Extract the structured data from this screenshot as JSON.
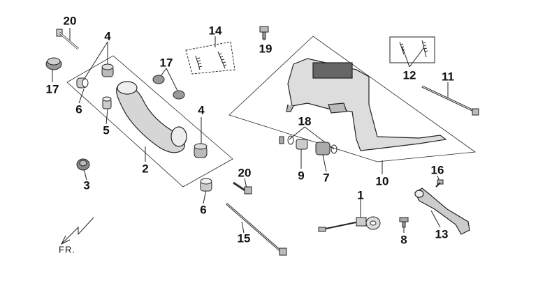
{
  "diagram": {
    "direction_label": "FR.",
    "callouts": [
      {
        "id": "c20a",
        "label": "20"
      },
      {
        "id": "c4a",
        "label": "4"
      },
      {
        "id": "c17a",
        "label": "17"
      },
      {
        "id": "c17b",
        "label": "17"
      },
      {
        "id": "c6a",
        "label": "6"
      },
      {
        "id": "c5",
        "label": "5"
      },
      {
        "id": "c4b",
        "label": "4"
      },
      {
        "id": "c2",
        "label": "2"
      },
      {
        "id": "c3",
        "label": "3"
      },
      {
        "id": "c20b",
        "label": "20"
      },
      {
        "id": "c6b",
        "label": "6"
      },
      {
        "id": "c15",
        "label": "15"
      },
      {
        "id": "c14",
        "label": "14"
      },
      {
        "id": "c19",
        "label": "19"
      },
      {
        "id": "c18",
        "label": "18"
      },
      {
        "id": "c9",
        "label": "9"
      },
      {
        "id": "c7",
        "label": "7"
      },
      {
        "id": "c10",
        "label": "10"
      },
      {
        "id": "c12",
        "label": "12"
      },
      {
        "id": "c11",
        "label": "11"
      },
      {
        "id": "c1",
        "label": "1"
      },
      {
        "id": "c16",
        "label": "16"
      },
      {
        "id": "c8",
        "label": "8"
      },
      {
        "id": "c13",
        "label": "13"
      }
    ]
  }
}
